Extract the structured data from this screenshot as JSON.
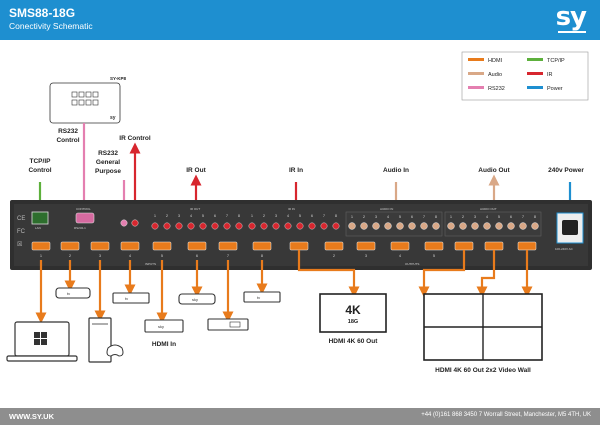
{
  "header": {
    "title": "SMS88-18G",
    "subtitle": "Conectivity Schematic",
    "logo": "sy"
  },
  "footer": {
    "website": "WWW.SY.UK",
    "address": "+44 (0)161 868 3450 7 Worrall Street, Manchester, M5 4TH, UK"
  },
  "legend": [
    {
      "label": "HDMI",
      "color": "#e87b1c"
    },
    {
      "label": "TCP/IP",
      "color": "#5db03c"
    },
    {
      "label": "Audio",
      "color": "#d9a887"
    },
    {
      "label": "IR",
      "color": "#d7262e"
    },
    {
      "label": "RS232",
      "color": "#e47fb0"
    },
    {
      "label": "Power",
      "color": "#1e8fd0"
    }
  ],
  "labels": {
    "keypad": "SY-KP8",
    "rs232_control": [
      "RS232",
      "Control"
    ],
    "ir_control": "IR Control",
    "rs232_general": [
      "RS232",
      "General",
      "Purpose"
    ],
    "tcpip_control": [
      "TCP/IP",
      "Control"
    ],
    "ir_out": "IR Out",
    "ir_in": "IR In",
    "audio_in": "Audio In",
    "audio_out": "Audio Out",
    "power": "240v Power",
    "hdmi_in": "HDMI In",
    "tv_4k": "4K",
    "tv_18g": "18G",
    "hdmi_4k_out": "HDMI 4K 60 Out",
    "video_wall": "HDMI 4K 60 Out 2x2 Video Wall"
  },
  "device": {
    "name": "SMS88-18G",
    "port_labels": {
      "lan": "LAN",
      "rs232": "RS232-1",
      "ir_out": "IR OUT",
      "ir_in": "IR IN",
      "audio_in": "AUDIO IN",
      "audio_out": "AUDIO OUT",
      "inputs": "INPUTS",
      "outputs": "OUTPUTS",
      "power": "100-240V AC",
      "control": "CONTROL"
    },
    "port_numbers": [
      "1",
      "2",
      "3",
      "4",
      "5",
      "6",
      "7",
      "8"
    ]
  },
  "colors": {
    "header": "#1e8fd0",
    "footer": "#8e8e8e",
    "hdmi": "#e87b1c",
    "tcpip": "#5db03c",
    "audio": "#d9a887",
    "ir": "#d7262e",
    "rs232": "#e47fb0",
    "power": "#1e8fd0",
    "device": "#2f2f2f"
  },
  "icons": [
    "laptop-icon",
    "pc-tower-icon",
    "gamepad-icon",
    "media-player-icon",
    "blu-ray-icon",
    "set-top-box-icon",
    "dvd-player-icon",
    "keypad-icon",
    "tv-icon",
    "video-wall-icon",
    "power-socket-icon"
  ]
}
